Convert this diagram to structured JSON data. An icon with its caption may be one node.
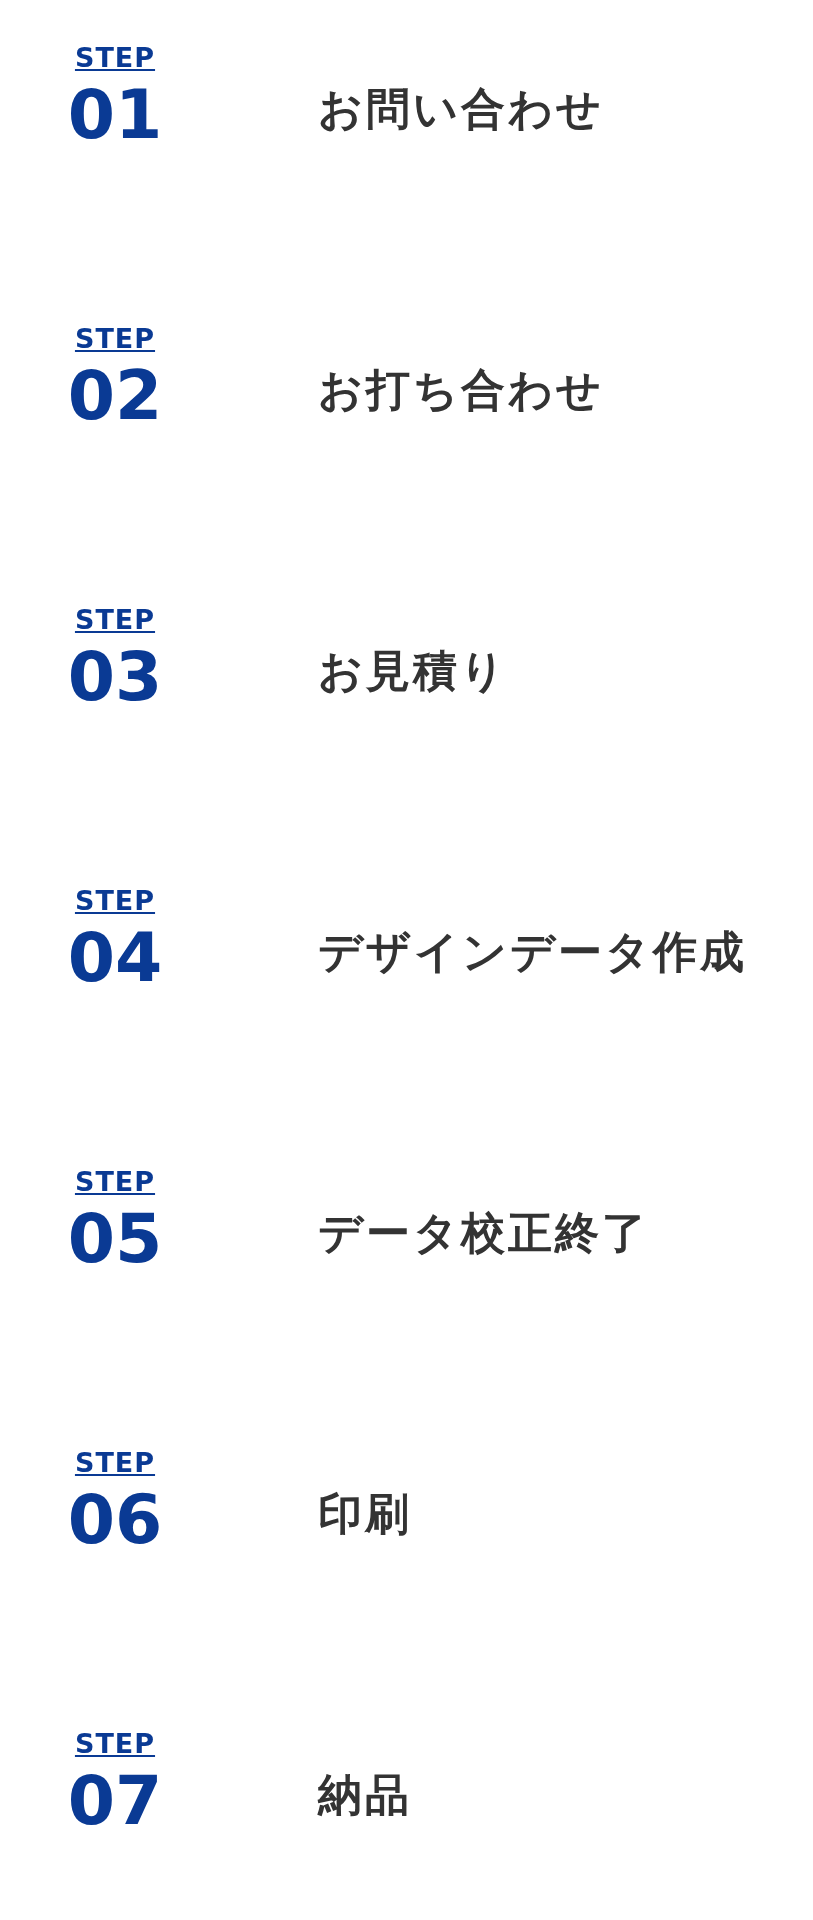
{
  "diagram": {
    "labels": [
      "STEP",
      "01",
      "お問い合わせ",
      "STEP",
      "02",
      "お打ち合わせ",
      "STEP",
      "03",
      "お見積り",
      "STEP",
      "04",
      "デザインデータ作成",
      "STEP",
      "05",
      "データ校正終了",
      "STEP",
      "06",
      "印刷",
      "STEP",
      "07",
      "納品"
    ]
  }
}
